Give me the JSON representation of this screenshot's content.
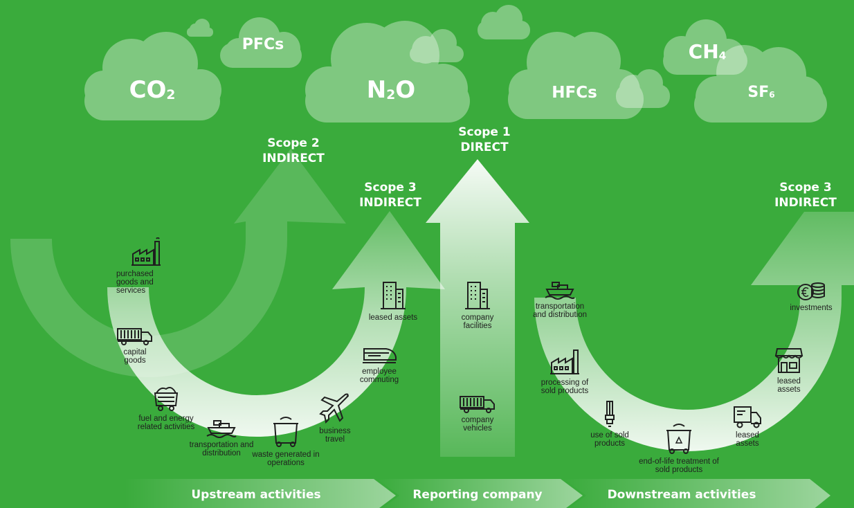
{
  "gases": {
    "co2": {
      "main": "CO",
      "sub": "2"
    },
    "pfcs": "PFCs",
    "n2o": {
      "a": "N",
      "sub": "2",
      "b": "O"
    },
    "hfcs": "HFCs",
    "ch4": {
      "main": "CH",
      "sub": "4"
    },
    "sf6": {
      "main": "SF",
      "sub": "6"
    }
  },
  "scopes": {
    "scope2": {
      "title": "Scope 2",
      "type": "INDIRECT"
    },
    "scope3_up": {
      "title": "Scope 3",
      "type": "INDIRECT"
    },
    "scope1": {
      "title": "Scope 1",
      "type": "DIRECT"
    },
    "scope3_down": {
      "title": "Scope 3",
      "type": "INDIRECT"
    }
  },
  "upstream_items": [
    {
      "icon": "factory-icon",
      "label": "purchased goods and services"
    },
    {
      "icon": "truck-icon",
      "label": "capital goods"
    },
    {
      "icon": "coal-cart-icon",
      "label": "fuel and energy related activities"
    },
    {
      "icon": "ship-icon",
      "label": "transportation and distribution"
    },
    {
      "icon": "waste-bin-icon",
      "label": "waste generated in operations"
    },
    {
      "icon": "airplane-icon",
      "label": "business travel"
    },
    {
      "icon": "train-icon",
      "label": "employee commuting"
    },
    {
      "icon": "building-icon",
      "label": "leased assets"
    }
  ],
  "company_items": [
    {
      "icon": "building-icon",
      "label": "company facilities"
    },
    {
      "icon": "truck-icon",
      "label": "company vehicles"
    }
  ],
  "downstream_items": [
    {
      "icon": "ship-icon",
      "label": "transportation and distribution"
    },
    {
      "icon": "factory-icon",
      "label": "processing of sold products"
    },
    {
      "icon": "bulb-icon",
      "label": "use of sold products"
    },
    {
      "icon": "recycle-bin-icon",
      "label": "end-of-life treatment of sold products"
    },
    {
      "icon": "van-icon",
      "label": "leased assets"
    },
    {
      "icon": "shop-icon",
      "label": "leased assets"
    },
    {
      "icon": "coins-icon",
      "label": "investments"
    }
  ],
  "bands": {
    "upstream": "Upstream activities",
    "company": "Reporting company",
    "downstream": "Downstream activities"
  },
  "colors": {
    "background": "#3aab3c",
    "cloud": "#ffffff",
    "text": "#ffffff",
    "icon": "#1f1f1f"
  }
}
